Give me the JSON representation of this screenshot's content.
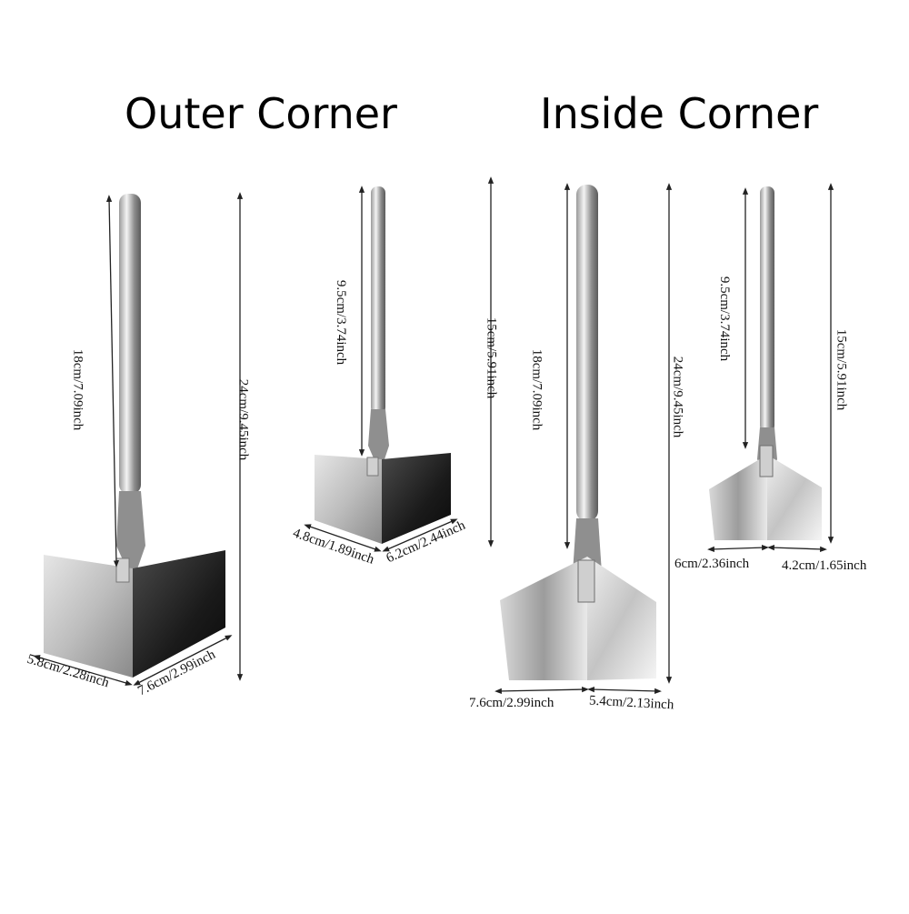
{
  "headings": {
    "outer": "Outer Corner",
    "inside": "Inside Corner"
  },
  "outer_large": {
    "handle": "18cm/7.09inch",
    "total": "24cm/9.45inch",
    "left_wing": "5.8cm/2.28inch",
    "right_wing": "7.6cm/2.99inch"
  },
  "outer_small": {
    "handle": "9.5cm/3.74inch",
    "total": "15cm/5.91inch",
    "left_wing": "4.8cm/1.89inch",
    "right_wing": "6.2cm/2.44inch"
  },
  "inside_large": {
    "handle": "18cm/7.09inch",
    "total": "24cm/9.45inch",
    "left_wing": "7.6cm/2.99inch",
    "right_wing": "5.4cm/2.13inch"
  },
  "inside_small": {
    "handle": "9.5cm/3.74inch",
    "total": "15cm/5.91inch",
    "left_wing": "6cm/2.36inch",
    "right_wing": "4.2cm/1.65inch"
  },
  "colors": {
    "steel_light": "#f2f2f2",
    "steel_mid": "#b8b8b8",
    "steel_dark": "#3a3a3a",
    "steel_black": "#111111"
  }
}
